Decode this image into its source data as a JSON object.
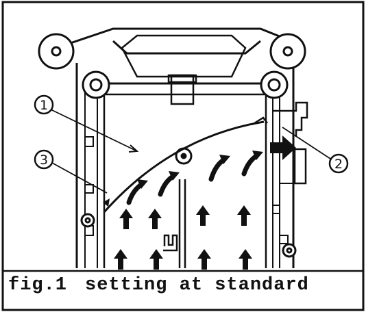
{
  "callouts": [
    {
      "id": "1",
      "glyph": "①"
    },
    {
      "id": "2",
      "glyph": "②"
    },
    {
      "id": "3",
      "glyph": "③"
    }
  ],
  "caption": {
    "label": "fig.1",
    "text": "setting at standard"
  },
  "colors": {
    "ink": "#111111",
    "paper": "#ffffff"
  },
  "icons": [
    "airflow-arrow-icon",
    "push-arrow-icon",
    "pivot-icon",
    "spring-clip-icon"
  ]
}
